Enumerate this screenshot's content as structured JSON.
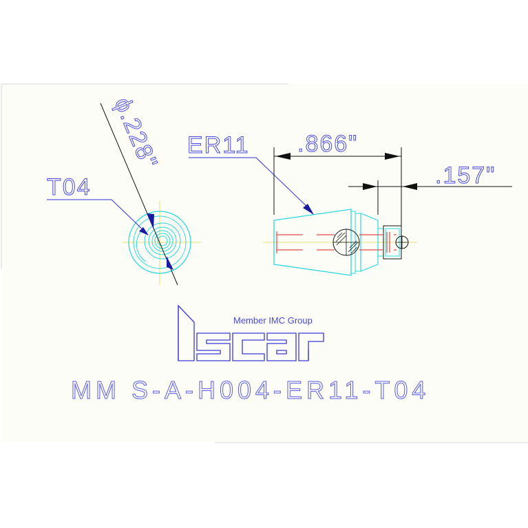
{
  "colors": {
    "background": "#ffffff",
    "sheet": "#fbfdf6",
    "cyan": "#2bd6e0",
    "blue": "#3030d8",
    "text_blue": "#4a4ae0",
    "red": "#e02020",
    "yellow": "#e8e070",
    "black": "#111111",
    "sheet_border": "#d8d8d8"
  },
  "dimensions": {
    "diameter": "ϕ.228\"",
    "length_overall": ".866\"",
    "length_small": ".157\""
  },
  "labels": {
    "collet_size": "ER11",
    "pin_size": "T04"
  },
  "logo": {
    "member_text": "Member IMC Group",
    "brand": "ISCAR"
  },
  "title": "MM S-A-H004-ER11-T04"
}
